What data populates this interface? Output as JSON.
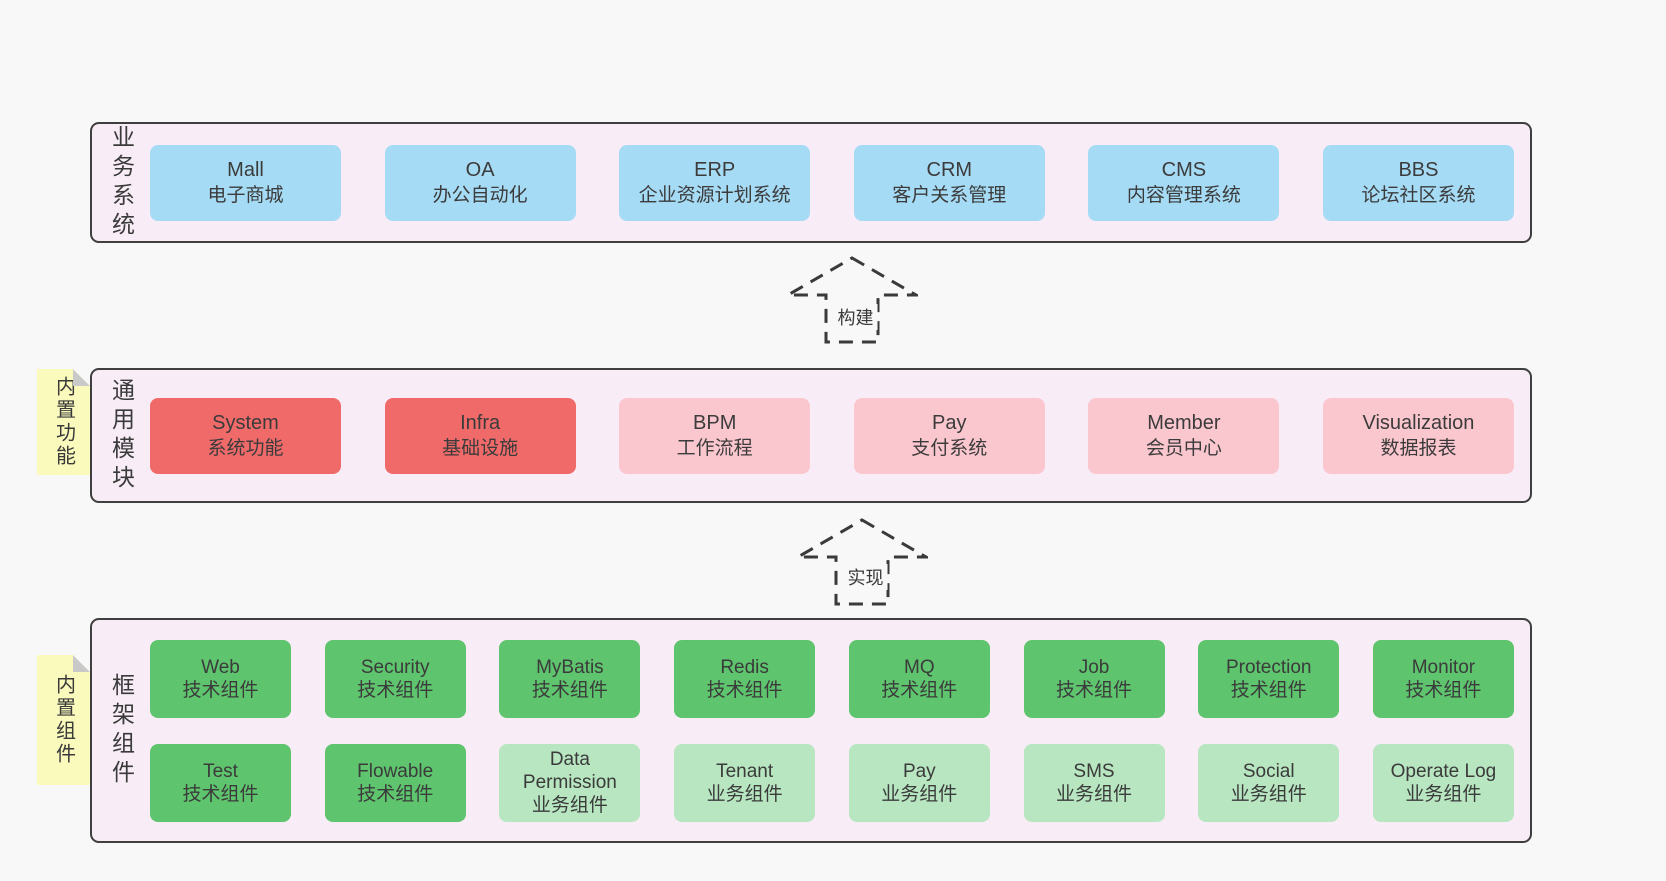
{
  "colors": {
    "page": "#f8f8f8",
    "panelBg": "#f8edf6",
    "panelBorder": "#3f3f3f",
    "blue": "#a6dbf5",
    "red": "#f06a6a",
    "pink": "#fbc7cf",
    "green": "#5ec46d",
    "greenLight": "#b7e6c0",
    "yellow": "#fafabd",
    "fold": "#c9c9c9",
    "text": "#3b3b3b",
    "dash": "#3a3a3a"
  },
  "panels": {
    "business": {
      "label": "业务系统",
      "boxes": [
        {
          "name": "Mall",
          "desc": "电子商城",
          "type": "blue"
        },
        {
          "name": "OA",
          "desc": "办公自动化",
          "type": "blue"
        },
        {
          "name": "ERP",
          "desc": "企业资源计划系统",
          "type": "blue"
        },
        {
          "name": "CRM",
          "desc": "客户关系管理",
          "type": "blue"
        },
        {
          "name": "CMS",
          "desc": "内容管理系统",
          "type": "blue"
        },
        {
          "name": "BBS",
          "desc": "论坛社区系统",
          "type": "blue"
        }
      ]
    },
    "modules": {
      "label": "通用模块",
      "tag": "内置功能",
      "boxes": [
        {
          "name": "System",
          "desc": "系统功能",
          "type": "red"
        },
        {
          "name": "Infra",
          "desc": "基础设施",
          "type": "red"
        },
        {
          "name": "BPM",
          "desc": "工作流程",
          "type": "pink"
        },
        {
          "name": "Pay",
          "desc": "支付系统",
          "type": "pink"
        },
        {
          "name": "Member",
          "desc": "会员中心",
          "type": "pink"
        },
        {
          "name": "Visualization",
          "desc": "数据报表",
          "type": "pink"
        }
      ]
    },
    "framework": {
      "label": "框架组件",
      "tag": "内置组件",
      "row1": [
        {
          "name": "Web",
          "desc": "技术组件",
          "type": "green"
        },
        {
          "name": "Security",
          "desc": "技术组件",
          "type": "green"
        },
        {
          "name": "MyBatis",
          "desc": "技术组件",
          "type": "green"
        },
        {
          "name": "Redis",
          "desc": "技术组件",
          "type": "green"
        },
        {
          "name": "MQ",
          "desc": "技术组件",
          "type": "green"
        },
        {
          "name": "Job",
          "desc": "技术组件",
          "type": "green"
        },
        {
          "name": "Protection",
          "desc": "技术组件",
          "type": "green"
        },
        {
          "name": "Monitor",
          "desc": "技术组件",
          "type": "green"
        }
      ],
      "row2": [
        {
          "name": "Test",
          "desc": "技术组件",
          "type": "green"
        },
        {
          "name": "Flowable",
          "desc": "技术组件",
          "type": "green"
        },
        {
          "name": "Data Permission",
          "desc": "业务组件",
          "type": "lightgreen"
        },
        {
          "name": "Tenant",
          "desc": "业务组件",
          "type": "lightgreen"
        },
        {
          "name": "Pay",
          "desc": "业务组件",
          "type": "lightgreen"
        },
        {
          "name": "SMS",
          "desc": "业务组件",
          "type": "lightgreen"
        },
        {
          "name": "Social",
          "desc": "业务组件",
          "type": "lightgreen"
        },
        {
          "name": "Operate Log",
          "desc": "业务组件",
          "type": "lightgreen"
        }
      ]
    }
  },
  "arrows": {
    "build": {
      "label": "构建"
    },
    "implement": {
      "label": "实现"
    }
  }
}
